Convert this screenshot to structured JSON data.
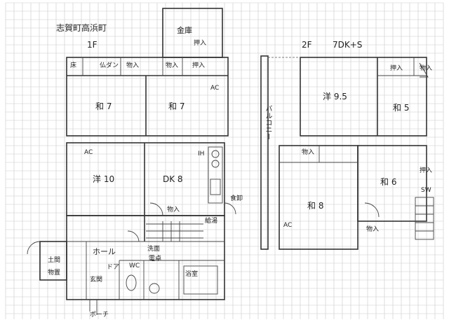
{
  "header": {
    "location": "志賀町高浜町",
    "floor1": "1F",
    "floor2": "2F",
    "layout": "7DK+S"
  },
  "rooms_1f": {
    "kinko": "金庫",
    "oshiire_top": "押入",
    "ken": "床",
    "butsudan": "仏ダン",
    "mono1": "物入",
    "mono2": "物入",
    "oshiire2": "押入",
    "wa7a": "和 7",
    "wa7b": "和 7",
    "ac1": "AC",
    "ac2": "AC",
    "you10": "洋 10",
    "dk8": "DK 8",
    "ih": "IH",
    "washitsu_mono": "物入",
    "shokki": "食卸",
    "kyutou": "給湯",
    "hall": "ホール",
    "touki": "土間",
    "monooki": "物置",
    "genkan": "玄関",
    "wc": "WC",
    "senmen": "洗面",
    "yokushitsu": "浴室",
    "dentaku": "電卓",
    "porch": "ポーチ",
    "nando": "ドア"
  },
  "rooms_2f": {
    "balcony": "バルコニー",
    "you9": "洋 9.5",
    "wa5": "和 5",
    "oshiire": "押入",
    "mono_a": "物入",
    "mono_b": "物入",
    "wa8": "和 8",
    "wa6": "和 6",
    "ac": "AC",
    "oshiire_b": "押入",
    "mono_c": "物入",
    "sw": "SW"
  }
}
